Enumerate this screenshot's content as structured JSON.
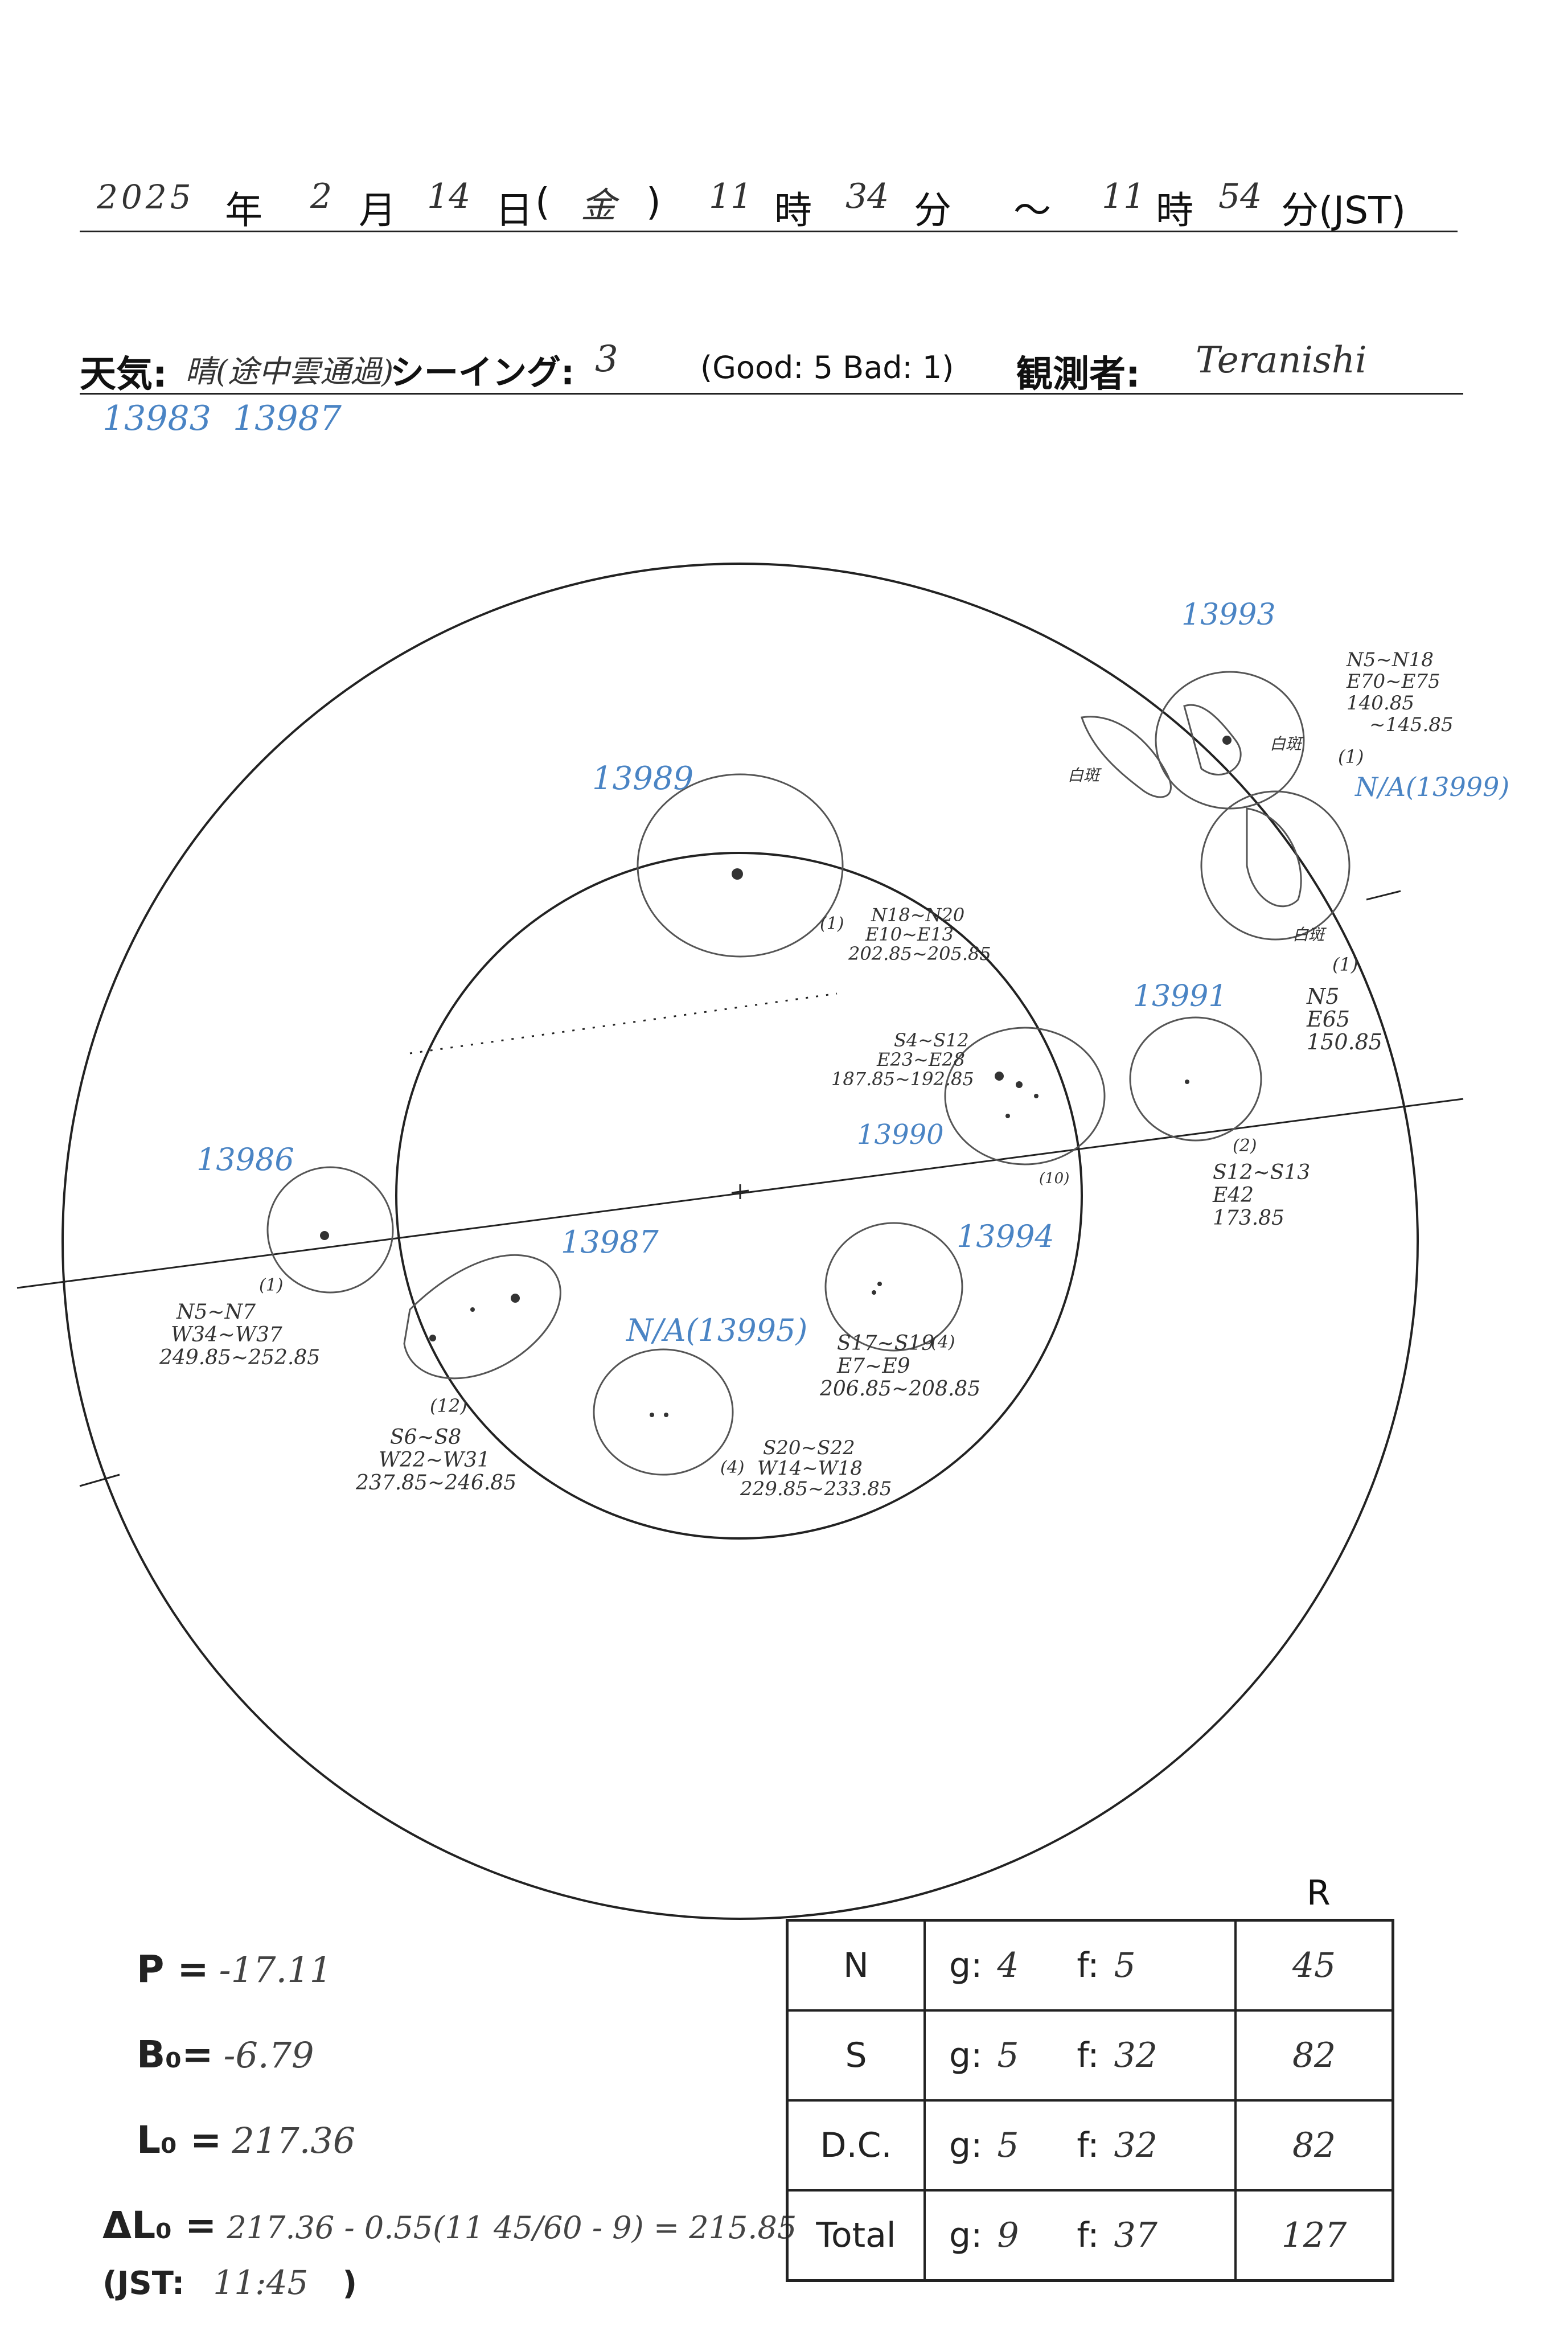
{
  "header": {
    "year": "2025",
    "year_unit": "年",
    "month": "2",
    "month_unit": "月",
    "day": "14",
    "day_unit": "日",
    "weekday_open": "(",
    "weekday": "金",
    "weekday_close": ")",
    "start_hour": "11",
    "hour_unit": "時",
    "start_min": "34",
    "min_unit": "分",
    "tilde": "～",
    "end_hour": "11",
    "end_hour_unit": "時",
    "end_min": "54",
    "end_min_unit": "分(JST)"
  },
  "conditions": {
    "weather_label": "天気:",
    "weather_value": "晴(途中雲通過)",
    "seeing_label": "シーイング:",
    "seeing_value": "3",
    "seeing_scale": "(Good: 5  Bad: 1)",
    "observer_label": "観測者:",
    "observer_value": "Teranishi"
  },
  "top_note": "13983  13987",
  "groups": [
    {
      "id": "13993",
      "note1": "N5~N18",
      "note2": "E70~E75",
      "note3": "140.85",
      "note4": "~145.85",
      "count": "(1)",
      "extra": "白斑",
      "extra2": "白斑"
    },
    {
      "id": "N/A(13999)",
      "note1": "N5",
      "note2": "E65",
      "note3": "150.85",
      "count": "(1)",
      "extra": "白斑"
    },
    {
      "id": "13989",
      "note1": "N18~N20",
      "note2": "E10~E13",
      "note3": "202.85~205.85",
      "count": "(1)"
    },
    {
      "id": "13990",
      "note1": "S4~S12",
      "note2": "E23~E28",
      "note3": "187.85~192.85",
      "count": "(10)"
    },
    {
      "id": "13991",
      "note1": "S12~S13",
      "note2": "E42",
      "note3": "173.85",
      "count": "(2)"
    },
    {
      "id": "13986",
      "note1": "N5~N7",
      "note2": "W34~W37",
      "note3": "249.85~252.85",
      "count": "(1)"
    },
    {
      "id": "13987",
      "note1": "S6~S8",
      "note2": "W22~W31",
      "note3": "237.85~246.85",
      "count": "(12)"
    },
    {
      "id": "13994",
      "note1": "S17~S19",
      "note2": "E7~E9",
      "note3": "206.85~208.85",
      "count": "(4)"
    },
    {
      "id": "N/A(13995)",
      "note1": "S20~S22",
      "note2": "W14~W18",
      "note3": "229.85~233.85",
      "count": "(4)"
    }
  ],
  "params": {
    "p_label": "P =",
    "p_value": "-17.11",
    "b_label": "B₀=",
    "b_value": "-6.79",
    "l_label": "L₀ =",
    "l_value": "217.36",
    "dl_label": "ΔL₀ =",
    "dl_value": "217.36 - 0.55(11 45/60 - 9) = 215.85",
    "jst_label": "(JST:",
    "jst_value": "11:45",
    "jst_close": ")"
  },
  "table": {
    "r_header": "R",
    "g_label": "g:",
    "f_label": "f:",
    "rows": [
      {
        "label": "N",
        "g": "4",
        "f": "5",
        "r": "45"
      },
      {
        "label": "S",
        "g": "5",
        "f": "32",
        "r": "82"
      },
      {
        "label": "D.C.",
        "g": "5",
        "f": "32",
        "r": "82"
      },
      {
        "label": "Total",
        "g": "9",
        "f": "37",
        "r": "127"
      }
    ]
  },
  "colors": {
    "ink": "#222222",
    "pencil": "#444444",
    "blue_ink": "#4a84c4"
  }
}
